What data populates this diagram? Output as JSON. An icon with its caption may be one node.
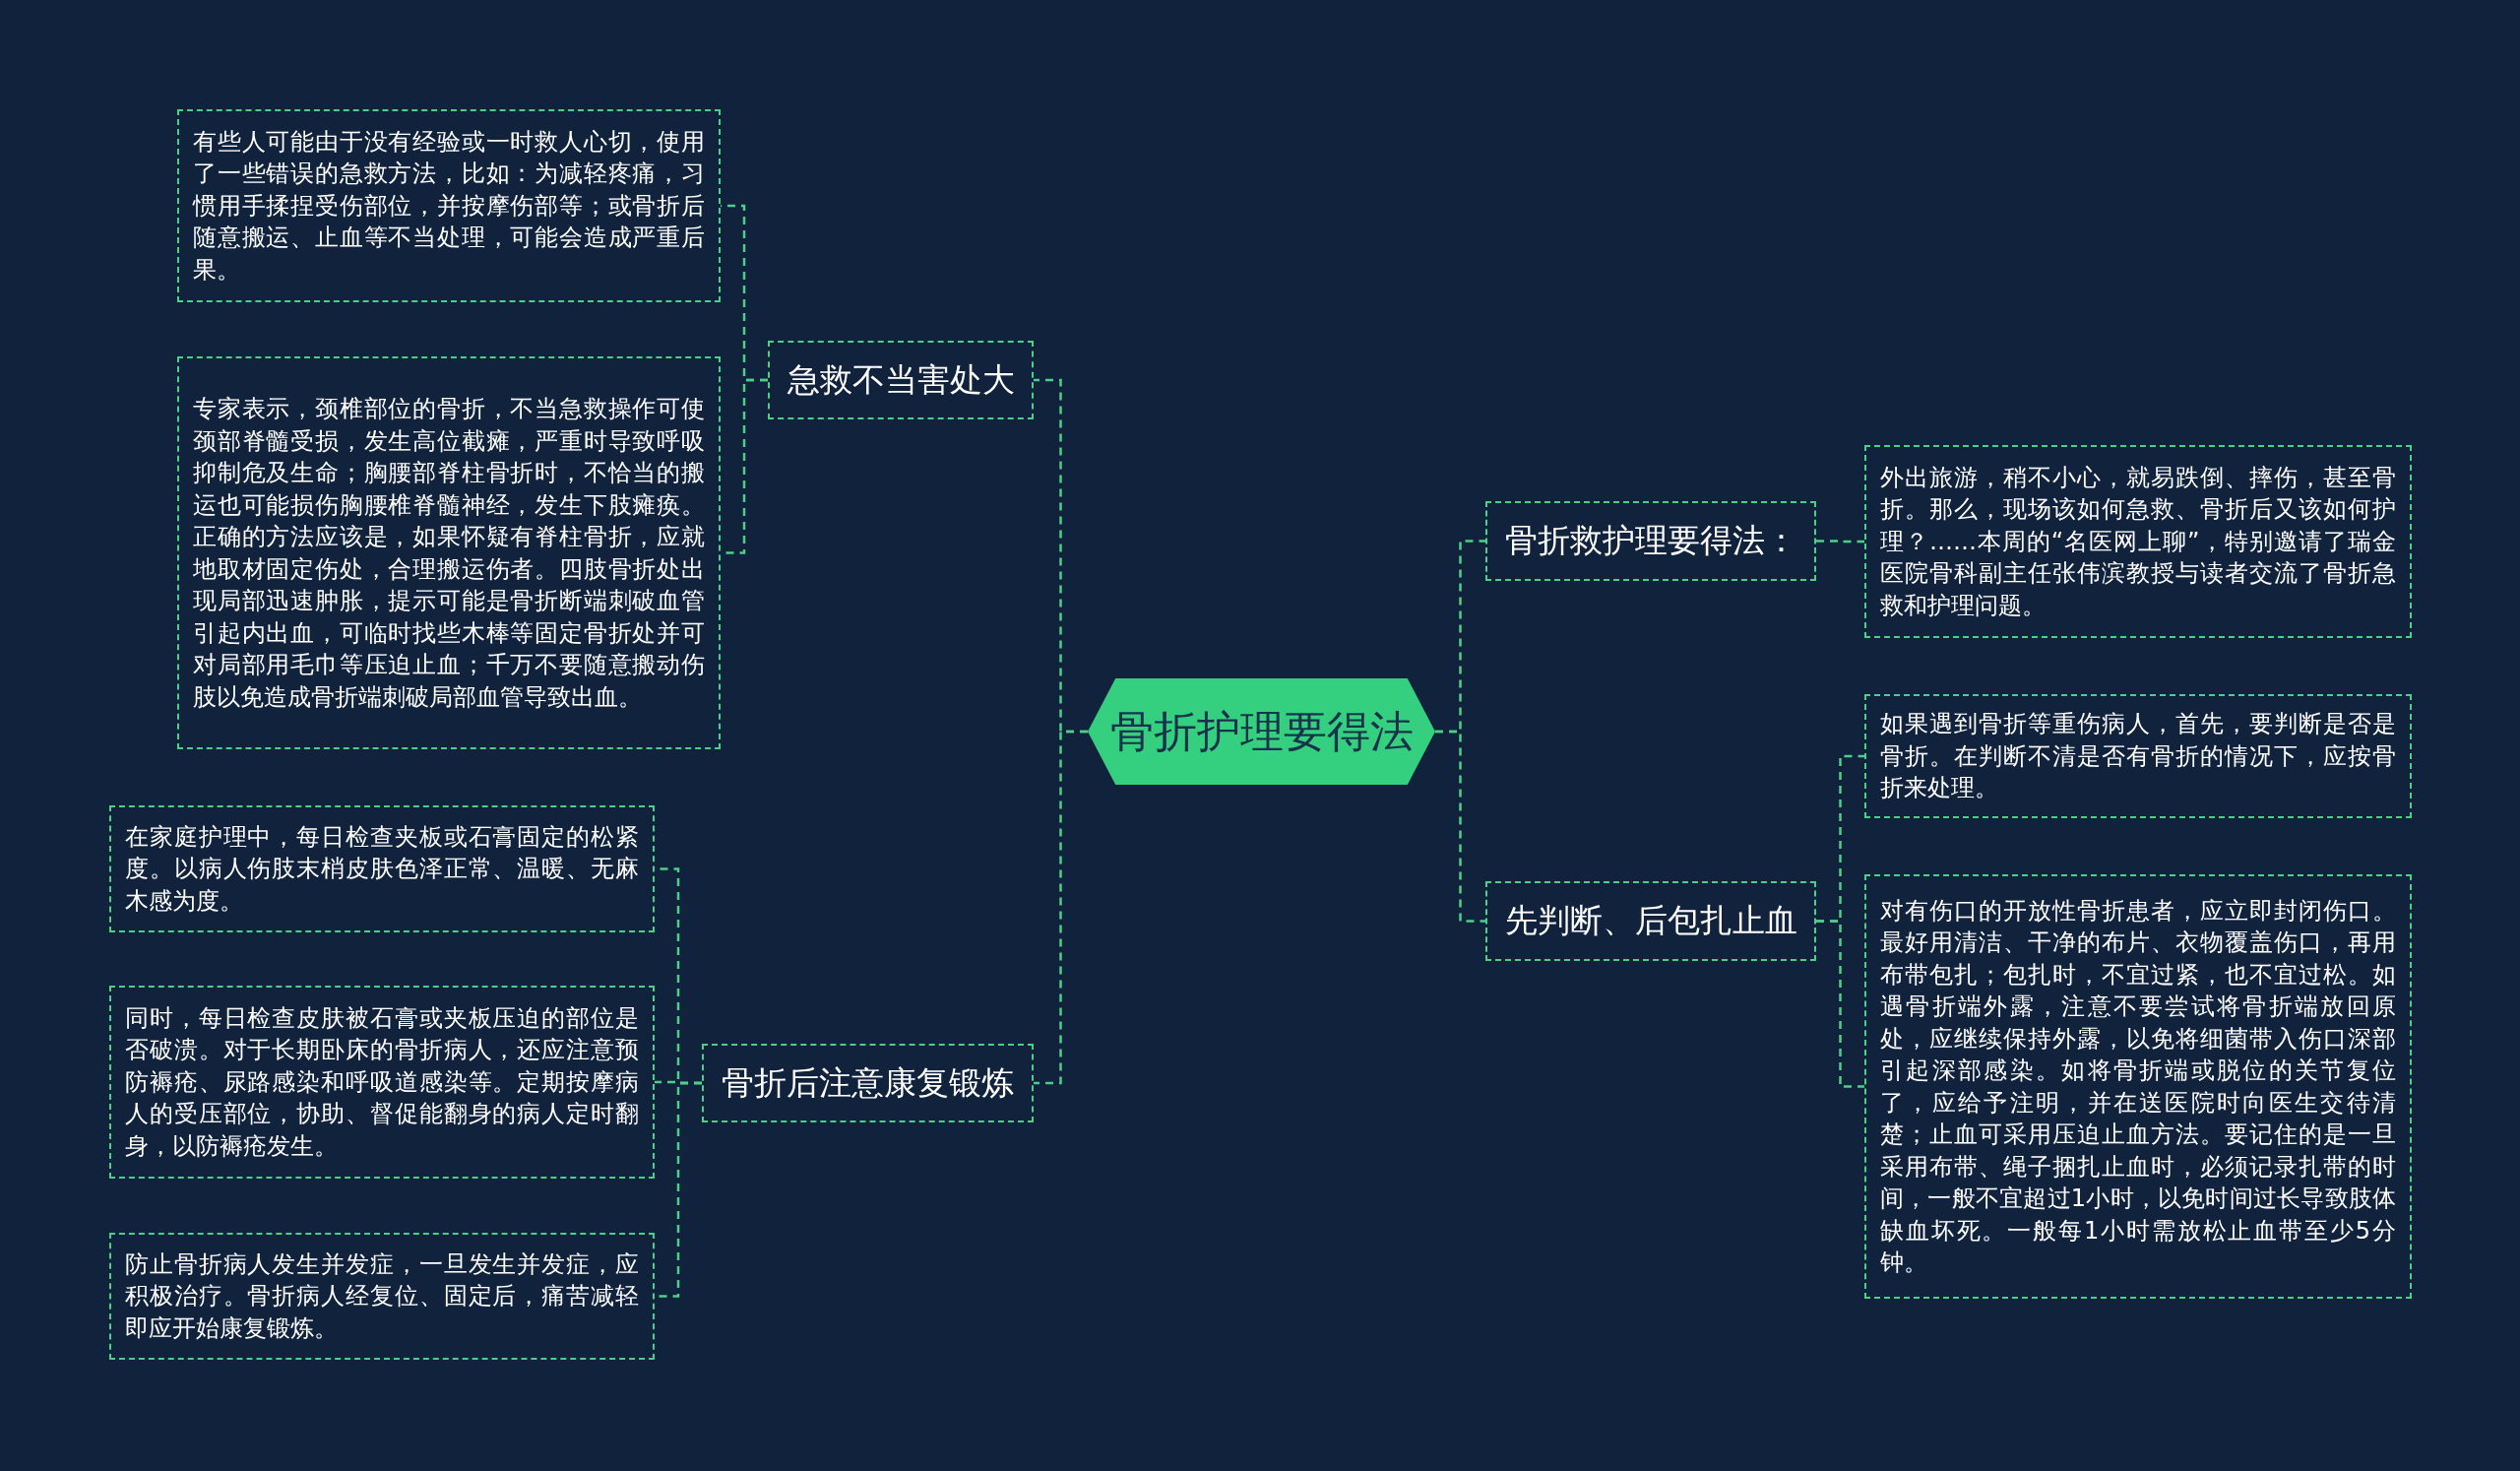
{
  "diagram": {
    "nodes": [
      {
        "text": [
          "骨折护理要得法"
        ]
      },
      {
        "text": [
          "急救不当害处大"
        ]
      },
      {
        "text": [
          "有些人可能由于没有经验或一时救人心切，使用了一些错误的急救方法，比如：为减轻疼痛，习惯用手揉捏受伤部位，并按摩伤部等；或骨折后随意搬运、止血等不当处理，可能会造成严重后果。"
        ]
      },
      {
        "text": [
          "专家表示，颈椎部位的骨折，不当急救操作可使颈部脊髓受损，发生高位截瘫，严重时导致呼吸抑制危及生命；胸腰部脊柱骨折时，不恰当的搬运也可能损伤胸腰椎脊髓神经，发生下肢瘫痪。正确的方法应该是，如果怀疑有脊柱骨折，应就地取材固定伤处，合理搬运伤者。四肢骨折处出现局部迅速肿胀，提示可能是骨折断端刺破血管引起内出血，可临时找些木棒等固定骨折处并可对局部用毛巾等压迫止血；千万不要随意搬动伤肢以免造成骨折端刺破局部血管导致出血。"
        ]
      },
      {
        "text": [
          "骨折后注意康复锻炼"
        ]
      },
      {
        "text": [
          "在家庭护理中，每日检查夹板或石膏固定的松紧度。以病人伤肢末梢皮肤色泽正常、温暖、无麻木感为度。"
        ]
      },
      {
        "text": [
          "同时，每日检查皮肤被石膏或夹板压迫的部位是否破溃。对于长期卧床的骨折病人，还应注意预防褥疮、尿路感染和呼吸道感染等。定期按摩病人的受压部位，协助、督促能翻身的病人定时翻身，以防褥疮发生。"
        ]
      },
      {
        "text": [
          "防止骨折病人发生并发症，一旦发生并发症，应积极治疗。骨折病人经复位、固定后，痛苦减轻即应开始康复锻炼。"
        ]
      },
      {
        "text": [
          "骨折救护理要得法："
        ]
      },
      {
        "text": [
          "外出旅游，稍不小心，就易跌倒、摔伤，甚至骨折。那么，现场该如何急救、骨折后又该如何护理？……本周的“名医网上聊”，特别邀请了瑞金医院骨科副主任张伟滨教授与读者交流了骨折急救和护理问题。"
        ]
      },
      {
        "text": [
          "先判断、后包扎止血"
        ]
      },
      {
        "text": [
          "如果遇到骨折等重伤病人，首先，要判断是否是骨折。在判断不清是否有骨折的情况下，应按骨折来处理。"
        ]
      },
      {
        "text": [
          "对有伤口的开放性骨折患者，应立即封闭伤口。最好用清洁、干净的布片、衣物覆盖伤口，再用布带包扎；包扎时，不宜过紧，也不宜过松。如遇骨折端外露，注意不要尝试将骨折端放回原处，应继续保持外露，以免将细菌带入伤口深部引起深部感染。如将骨折端或脱位的关节复位了，应给予注明，并在送医院时向医生交待清楚；止血可采用压迫止血方法。要记住的是一旦采用布带、绳子捆扎止血时，必须记录扎带的时间，一般不宜超过1小时，以免时间过长导致肢体缺血坏死。一般每1小时需放松止血带至少5分钟。"
        ]
      }
    ],
    "edges": [
      {
        "from": 0,
        "to": 1,
        "arrow": "none"
      },
      {
        "from": 1,
        "to": 2,
        "arrow": "none"
      },
      {
        "from": 1,
        "to": 3,
        "arrow": "none"
      },
      {
        "from": 0,
        "to": 4,
        "arrow": "none"
      },
      {
        "from": 4,
        "to": 5,
        "arrow": "none"
      },
      {
        "from": 4,
        "to": 6,
        "arrow": "none"
      },
      {
        "from": 4,
        "to": 7,
        "arrow": "none"
      },
      {
        "from": 0,
        "to": 8,
        "arrow": "none"
      },
      {
        "from": 8,
        "to": 9,
        "arrow": "none"
      },
      {
        "from": 0,
        "to": 10,
        "arrow": "none"
      },
      {
        "from": 10,
        "to": 11,
        "arrow": "none"
      },
      {
        "from": 10,
        "to": 12,
        "arrow": "none"
      }
    ]
  }
}
